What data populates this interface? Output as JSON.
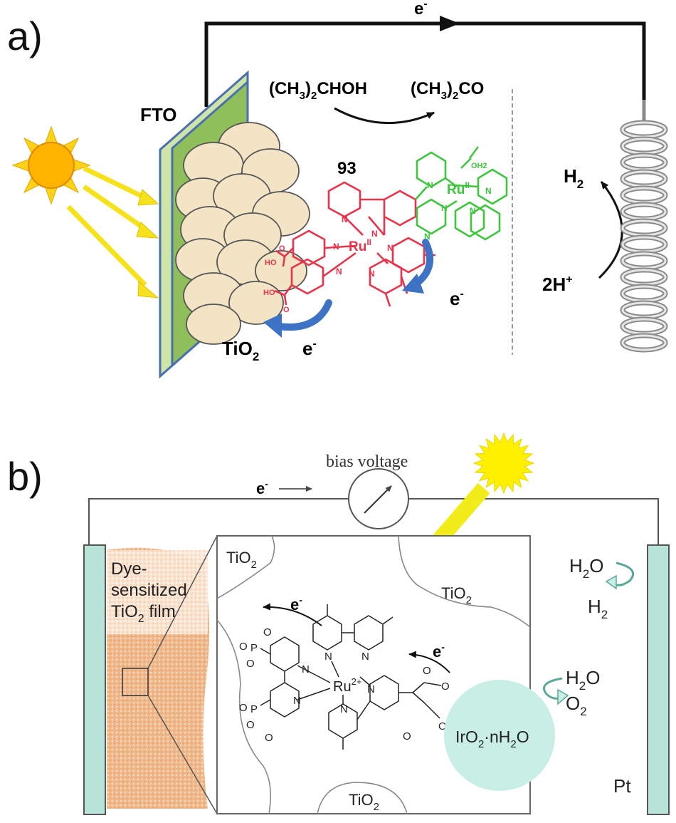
{
  "panel_a": {
    "label": "a)",
    "electron_top": "e",
    "electron_sup": "-",
    "fto": "FTO",
    "reactant": {
      "pre": "(CH",
      "sub": "3",
      "post": ")",
      "sub2": "2",
      "tail": "CHOH"
    },
    "product": {
      "pre": "(CH",
      "sub": "3",
      "post": ")",
      "sub2": "2",
      "tail": "CO"
    },
    "compound_number": "93",
    "h2": {
      "main": "H",
      "sub": "2"
    },
    "protons": {
      "main": "2H",
      "sup": "+"
    },
    "tio2": {
      "main": "TiO",
      "sub": "2"
    },
    "e_left": "e",
    "e_right": "e",
    "molecule": {
      "ru1": "Ru",
      "ru1_ox": "II",
      "ru2": "Ru",
      "ru2_ox": "II",
      "oh2": "OH2",
      "ho": "HO",
      "o": "O",
      "n": "N"
    },
    "colors": {
      "red": "#e8334a",
      "green": "#3ec63e",
      "blue": "#3d72c4",
      "fto": "#8fbf5a",
      "fto_side": "#cfe4a8",
      "particle": "#f4e4c6",
      "sun": "#ffb400",
      "ray": "#f6e21c"
    }
  },
  "panel_b": {
    "label": "b)",
    "bias": "bias voltage",
    "e_top": "e",
    "film": [
      "Dye-",
      "sensitized",
      "TiO2 film"
    ],
    "film_tio2": {
      "main": "TiO",
      "sub": "2",
      "tail": " film"
    },
    "tio2_regions": [
      {
        "main": "TiO",
        "sub": "2"
      },
      {
        "main": "TiO",
        "sub": "2"
      },
      {
        "main": "TiO",
        "sub": "2"
      }
    ],
    "e1": "e",
    "e2": "e",
    "ru": "Ru",
    "ru_charge": "2+",
    "iro2": {
      "main": "IrO",
      "sub": "2",
      "tail": "·nH",
      "sub2": "2",
      "tail2": "O"
    },
    "right_top": {
      "reactant": {
        "main": "H",
        "sub": "2",
        "tail": "O"
      },
      "product": {
        "main": "H",
        "sub": "2"
      }
    },
    "right_mid": {
      "reactant": {
        "main": "H",
        "sub": "2",
        "tail": "O"
      },
      "product": {
        "main": "O",
        "sub": "2"
      }
    },
    "pt": "Pt",
    "molecule": {
      "o": "O",
      "p": "P",
      "n": "N"
    },
    "colors": {
      "electrode": "#b9e4d8",
      "film": "#f0b98c",
      "sun": "#fff000",
      "beam": "#f2ec1a",
      "iro2": "#c9eee6"
    }
  }
}
